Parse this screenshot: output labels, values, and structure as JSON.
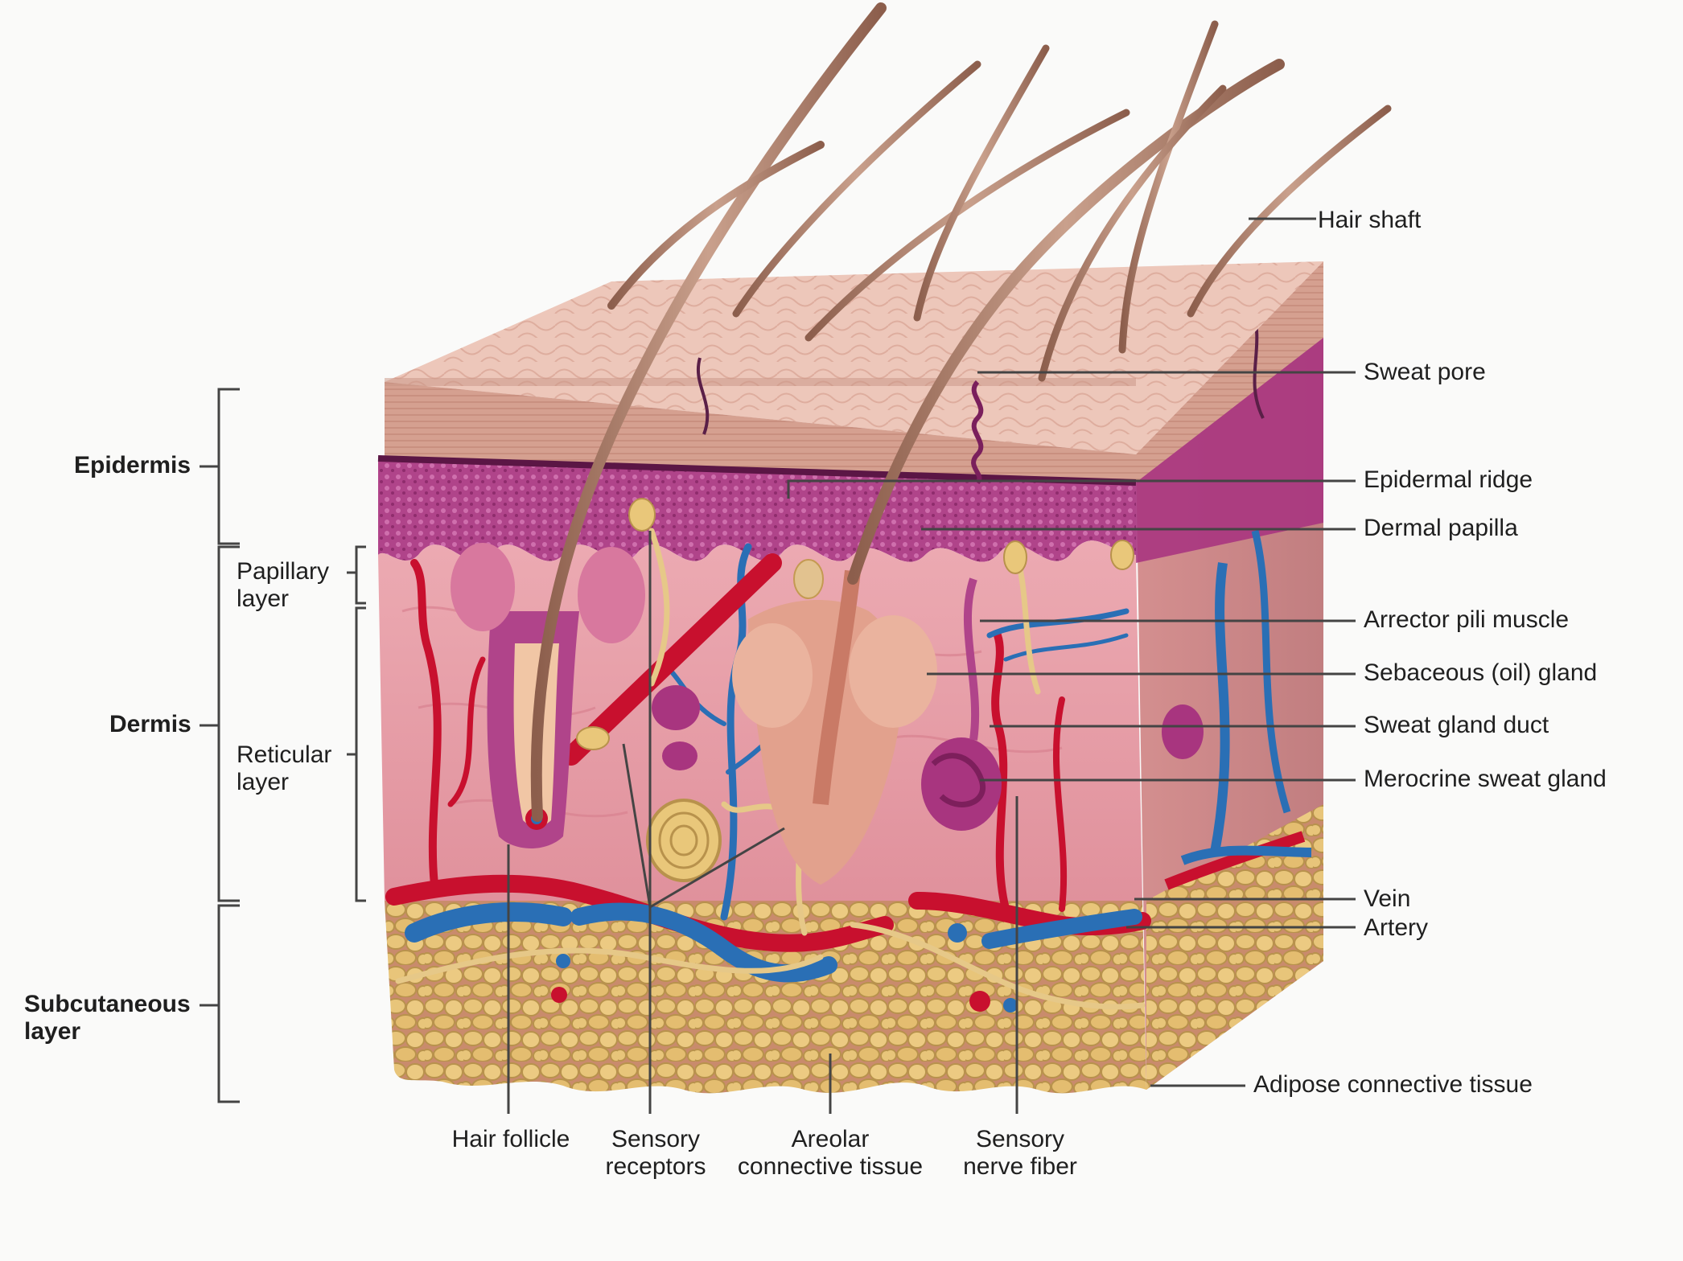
{
  "colors": {
    "background": "#fafaf9",
    "epidermis_top": "#e9c1b4",
    "stratum_basale": "#a8357f",
    "dermis": "#e9a1ab",
    "hair": "#a87a67",
    "artery": "#c8102e",
    "vein": "#2a6fb5",
    "fat": "#e4c077",
    "nerve": "#e6c888",
    "leader_line": "#444444"
  },
  "left_labels": {
    "epidermis": "Epidermis",
    "dermis": "Dermis",
    "papillary": [
      "Papillary",
      "layer"
    ],
    "reticular": [
      "Reticular",
      "layer"
    ],
    "subcutaneous": [
      "Subcutaneous",
      "layer"
    ]
  },
  "right_labels": {
    "hair_shaft": "Hair shaft",
    "sweat_pore": "Sweat pore",
    "epidermal_ridge": "Epidermal ridge",
    "dermal_papilla": "Dermal papilla",
    "arrector_pili": "Arrector pili muscle",
    "sebaceous_gland": "Sebaceous (oil) gland",
    "sweat_gland_duct": "Sweat gland duct",
    "merocrine_gland": "Merocrine sweat gland",
    "vein": "Vein",
    "artery": "Artery",
    "adipose": "Adipose connective tissue"
  },
  "bottom_labels": {
    "hair_follicle": "Hair follicle",
    "sensory_receptors": [
      "Sensory",
      "receptors"
    ],
    "areolar": [
      "Areolar",
      "connective tissue"
    ],
    "sensory_nerve": [
      "Sensory",
      "nerve fiber"
    ]
  }
}
